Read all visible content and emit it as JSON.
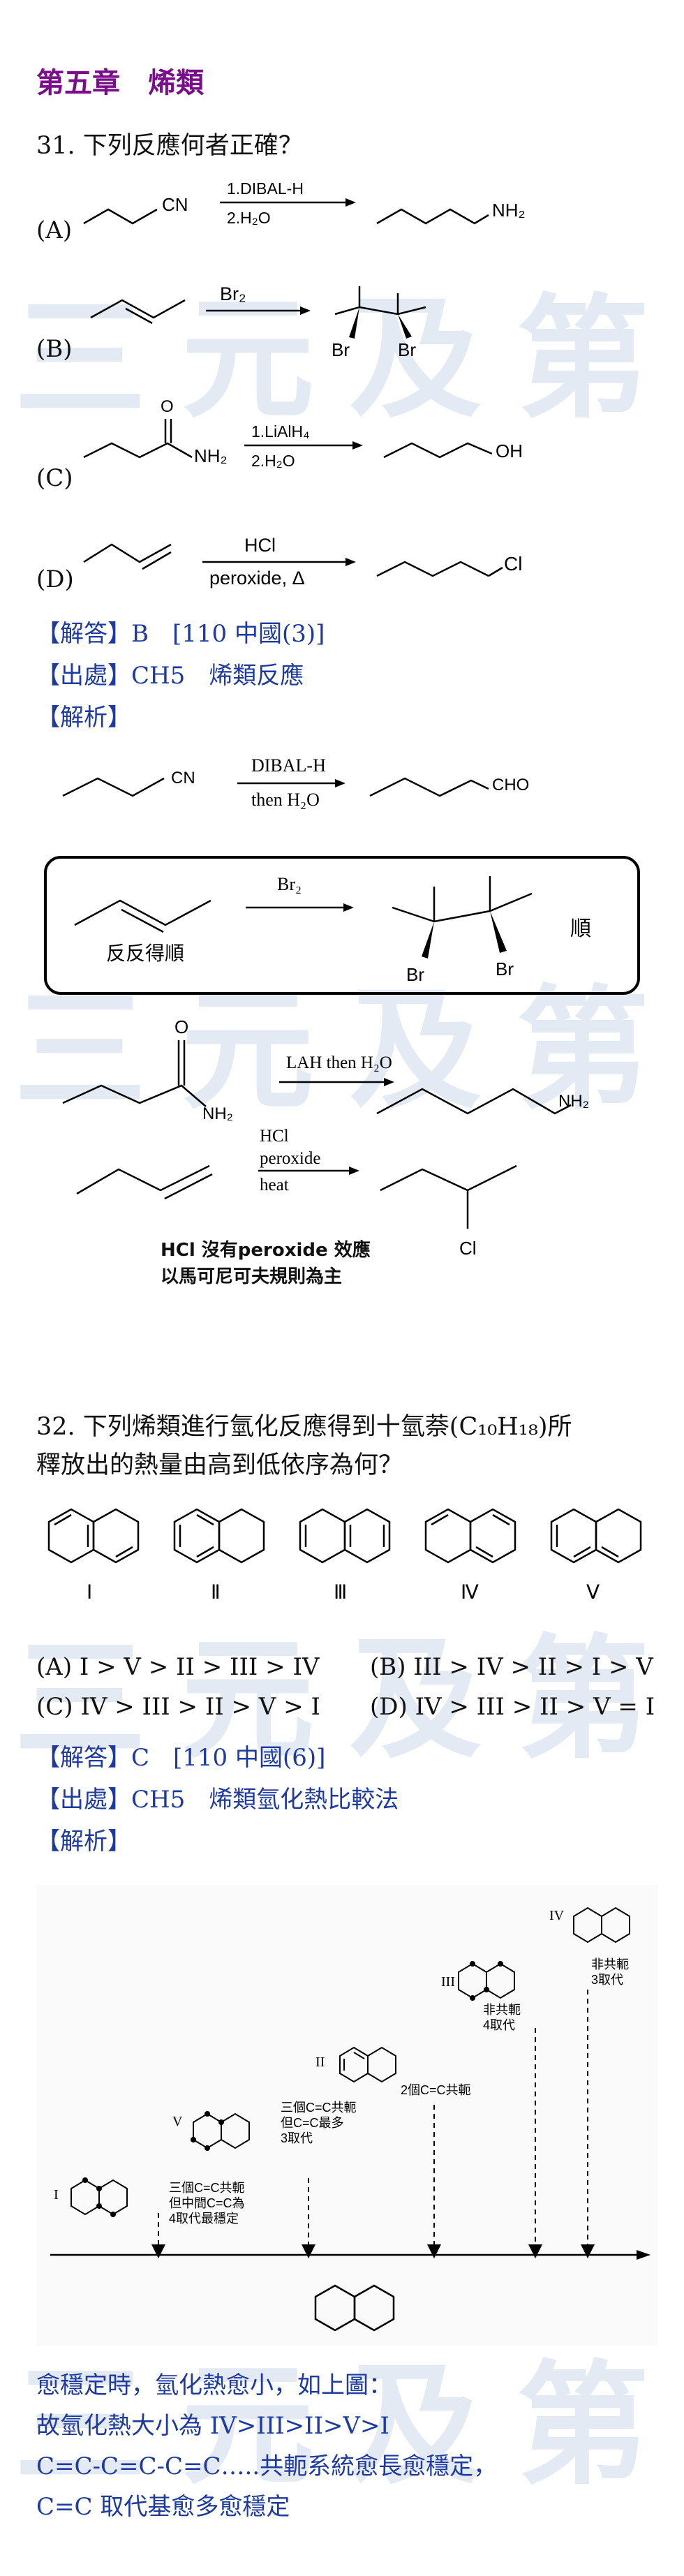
{
  "chapter": "第五章　烯類",
  "q31": {
    "question": "31. 下列反應何者正確？",
    "options": [
      {
        "label": "(A)",
        "reagent1": "1.DIBAL-H",
        "reagent2": "2.H₂O",
        "group_start": "CN",
        "group_end": "NH₂"
      },
      {
        "label": "(B)",
        "reagent1": "Br₂",
        "br1": "Br",
        "br2": "Br"
      },
      {
        "label": "(C)",
        "reagent1": "1.LiAlH₄",
        "reagent2": "2.H₂O",
        "o_label": "O",
        "group_start": "NH₂",
        "group_end": "OH"
      },
      {
        "label": "(D)",
        "reagent1": "HCl",
        "reagent2": "peroxide, Δ",
        "group_end": "Cl"
      }
    ],
    "answer": "【解答】B　[110 中國(3)]",
    "source": "【出處】CH5　烯類反應",
    "explain_heading": "【解析】",
    "explain": {
      "r1": {
        "group_start": "CN",
        "reagent1": "DIBAL-H",
        "reagent2": "then H₂O",
        "group_end": "CHO"
      },
      "r2": {
        "reagent": "Br₂",
        "caption": "反反得順",
        "br1": "Br",
        "br2": "Br",
        "side": "順"
      },
      "r3": {
        "reagent": "LAH then H₂O",
        "o_label": "O",
        "group_start": "NH₂",
        "group_end": "NH₂"
      },
      "r4": {
        "reagent1": "HCl",
        "reagent2": "peroxide",
        "reagent3": "heat",
        "group_end": "Cl"
      },
      "note1": "HCl 沒有peroxide 效應",
      "note2": "以馬可尼可夫規則為主"
    }
  },
  "q32": {
    "question_line1": "32. 下列烯類進行氫化反應得到十氫萘(C₁₀H₁₈)所",
    "question_line2": "釋放出的熱量由高到低依序為何？",
    "numerals": [
      "Ⅰ",
      "Ⅱ",
      "Ⅲ",
      "Ⅳ",
      "Ⅴ"
    ],
    "choices": [
      "(A) I > V > II > III > IV",
      "(B) III > IV > II > I > V",
      "(C) IV > III > II > V > I",
      "(D) IV > III > II > V = I"
    ],
    "answer": "【解答】C　[110 中國(6)]",
    "source": "【出處】CH5　烯類氫化熱比較法",
    "explain_heading": "【解析】",
    "diagram": {
      "IV_label": "IV",
      "IV_n1": "非共軛",
      "IV_n2": "3取代",
      "III_label": "III",
      "III_n1": "非共軛",
      "III_n2": "4取代",
      "II_label": "II",
      "II_n1": "2個C=C共軛",
      "V_label": "V",
      "V_n1": "三個C=C共軛",
      "V_n2": "但C=C最多",
      "V_n3": "3取代",
      "I_label": "I",
      "I_n1": "三個C=C共軛",
      "I_n2": "但中間C=C為",
      "I_n3": "4取代最穩定"
    },
    "concl1": "愈穩定時，氫化熱愈小，如上圖：",
    "concl2": "故氫化熱大小為 IV>III>II>V>I",
    "concl3": "C=C-C=C-C=C…..共軛系統愈長愈穩定，",
    "concl4": "C=C 取代基愈多愈穩定"
  },
  "watermark": "三元及第"
}
